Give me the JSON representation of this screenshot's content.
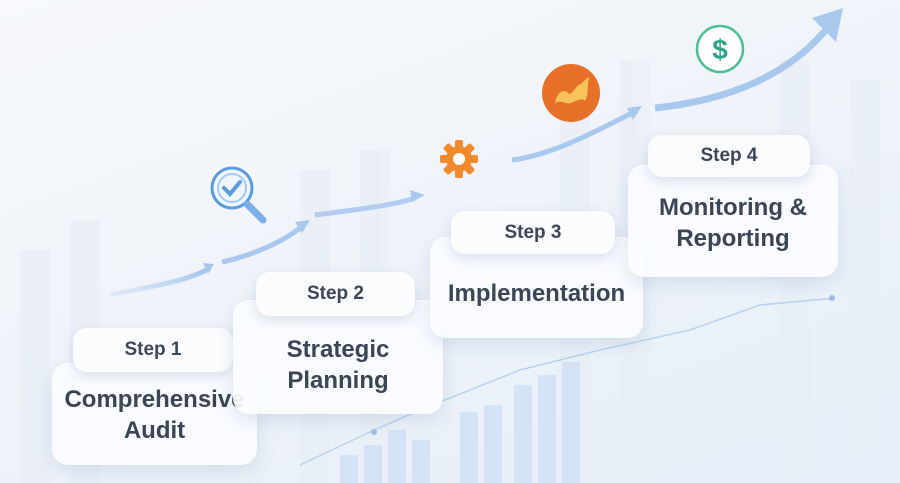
{
  "steps": [
    {
      "label": "Step 1",
      "title_lines": [
        "Comprehensive",
        "Audit"
      ],
      "icon": "magnifier-check-icon"
    },
    {
      "label": "Step 2",
      "title_lines": [
        "Strategic",
        "Planning"
      ],
      "icon": "gear-icon"
    },
    {
      "label": "Step 3",
      "title_lines": [
        "Implementation"
      ],
      "icon": "orange-growth-badge-icon"
    },
    {
      "label": "Step 4",
      "title_lines": [
        "Monitoring &",
        "Reporting"
      ],
      "icon": "dollar-icon"
    }
  ],
  "colors": {
    "arrow": "#a9c8ee",
    "text": "#3a4556",
    "gear": "#f08a2c",
    "badge": "#e8712a",
    "dollar": "#2fa58a",
    "magnifier": "#5b9be0"
  }
}
